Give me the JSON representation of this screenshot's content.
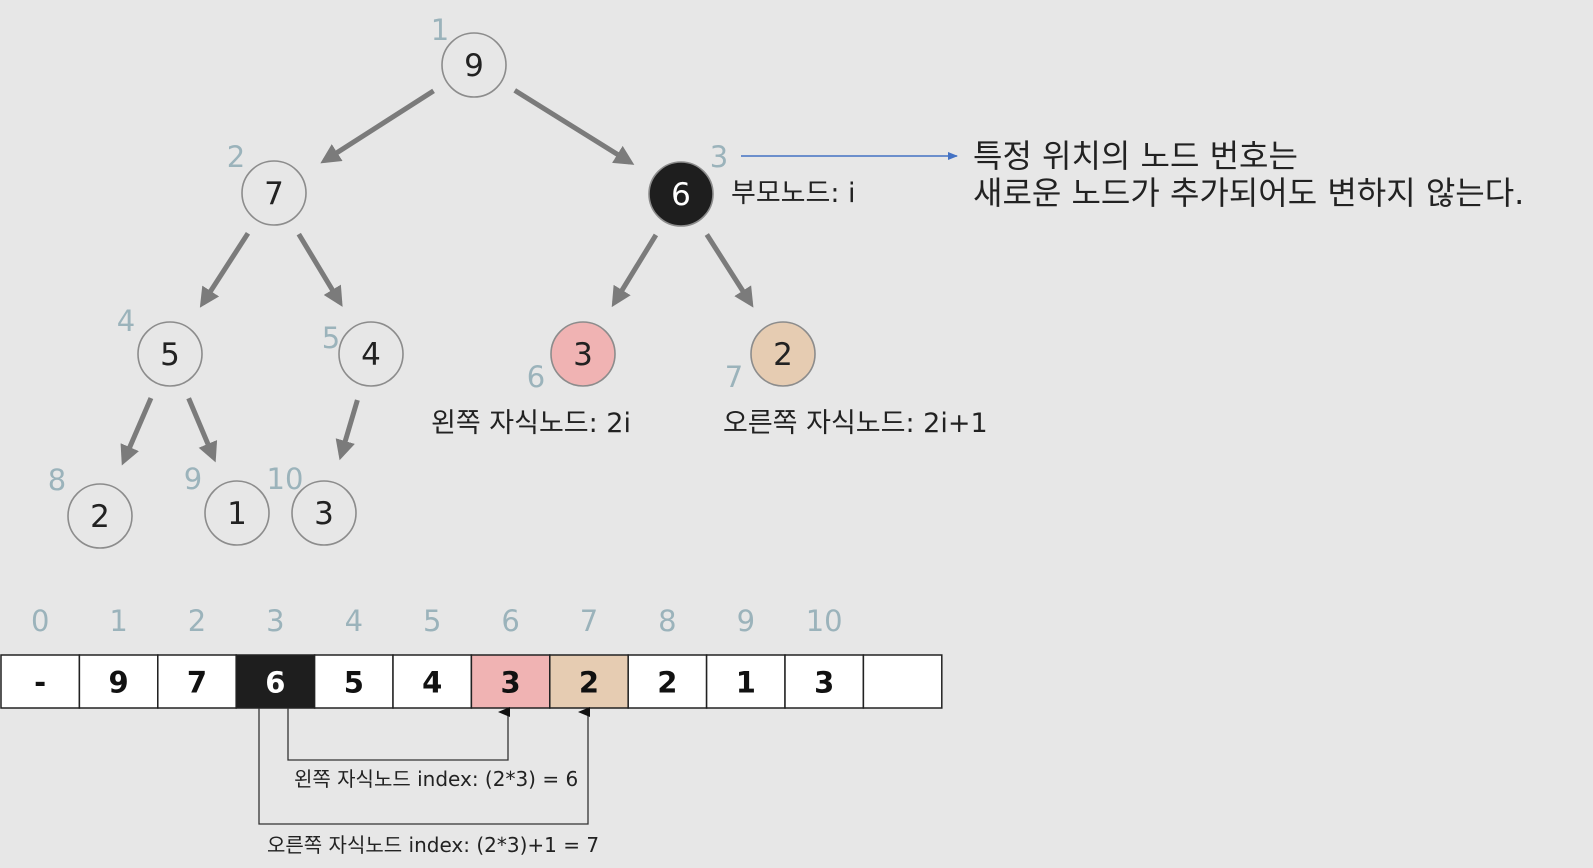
{
  "tree": {
    "nodes": [
      {
        "index": "1",
        "value": "9",
        "style": "plain"
      },
      {
        "index": "2",
        "value": "7",
        "style": "plain"
      },
      {
        "index": "3",
        "value": "6",
        "style": "dark"
      },
      {
        "index": "4",
        "value": "5",
        "style": "plain"
      },
      {
        "index": "5",
        "value": "4",
        "style": "plain"
      },
      {
        "index": "6",
        "value": "3",
        "style": "pink"
      },
      {
        "index": "7",
        "value": "2",
        "style": "tan"
      },
      {
        "index": "8",
        "value": "2",
        "style": "plain"
      },
      {
        "index": "9",
        "value": "1",
        "style": "plain"
      },
      {
        "index": "10",
        "value": "3",
        "style": "plain"
      }
    ],
    "edges": [
      [
        1,
        2
      ],
      [
        1,
        3
      ],
      [
        2,
        4
      ],
      [
        2,
        5
      ],
      [
        3,
        6
      ],
      [
        3,
        7
      ],
      [
        4,
        8
      ],
      [
        4,
        9
      ],
      [
        5,
        10
      ]
    ]
  },
  "labels": {
    "parent": "부모노드: i",
    "left_child": "왼쪽 자식노드: 2i",
    "right_child": "오른쪽 자식노드: 2i+1",
    "note_line1": "특정 위치의 노드 번호는",
    "note_line2": "새로운 노드가 추가되어도 변하지 않는다.",
    "left_index_formula": "왼쪽 자식노드 index: (2*3) = 6",
    "right_index_formula": "오른쪽 자식노드 index: (2*3)+1 = 7"
  },
  "array": {
    "indices": [
      "0",
      "1",
      "2",
      "3",
      "4",
      "5",
      "6",
      "7",
      "8",
      "9",
      "10"
    ],
    "cells": [
      {
        "value": "-",
        "style": "plain"
      },
      {
        "value": "9",
        "style": "plain"
      },
      {
        "value": "7",
        "style": "plain"
      },
      {
        "value": "6",
        "style": "dark"
      },
      {
        "value": "5",
        "style": "plain"
      },
      {
        "value": "4",
        "style": "plain"
      },
      {
        "value": "3",
        "style": "pink"
      },
      {
        "value": "2",
        "style": "tan"
      },
      {
        "value": "2",
        "style": "plain"
      },
      {
        "value": "1",
        "style": "plain"
      },
      {
        "value": "3",
        "style": "plain"
      },
      {
        "value": "",
        "style": "plain"
      }
    ]
  },
  "colors": {
    "background": "#e7e7e7",
    "node_plain": "#e7e7e7",
    "node_dark": "#1e1e1e",
    "node_pink": "#f0b3b3",
    "node_tan": "#e6ccb2",
    "index_text": "#9bb3bb",
    "arrow": "#7b7b7b",
    "note_arrow": "#4472c4"
  }
}
